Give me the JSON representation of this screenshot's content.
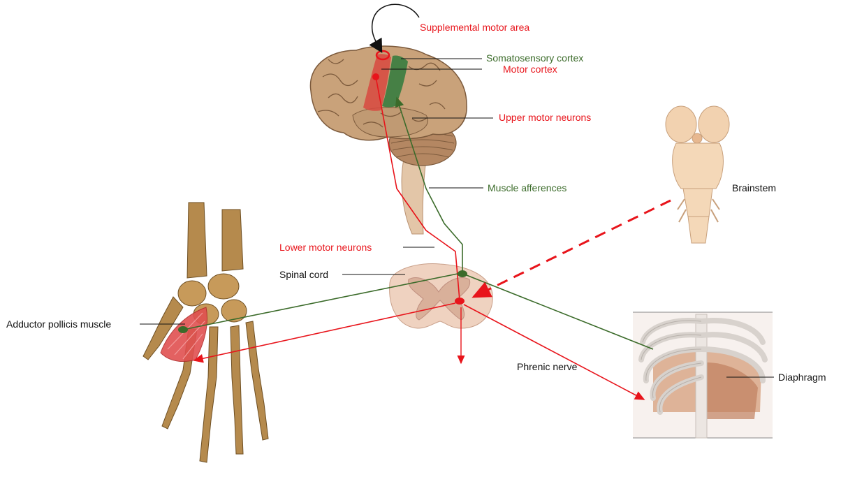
{
  "colors": {
    "red": "#e8141b",
    "green": "#3b6b2a",
    "black": "#111111",
    "brain": "#c9a27a",
    "brain_dark": "#8a6a4a",
    "bone": "#b58a4d",
    "muscle": "#e05050",
    "tissue": "#efd2c0"
  },
  "labels": {
    "supplemental_motor_area": "Supplemental motor area",
    "somatosensory_cortex": "Somatosensory cortex",
    "motor_cortex": "Motor cortex",
    "upper_motor_neurons": "Upper motor neurons",
    "muscle_afferences": "Muscle afferences",
    "brainstem": "Brainstem",
    "lower_motor_neurons": "Lower motor neurons",
    "spinal_cord": "Spinal cord",
    "adductor_pollicis_muscle": "Adductor pollicis muscle",
    "phrenic_nerve": "Phrenic nerve",
    "diaphragm": "Diaphragm"
  }
}
